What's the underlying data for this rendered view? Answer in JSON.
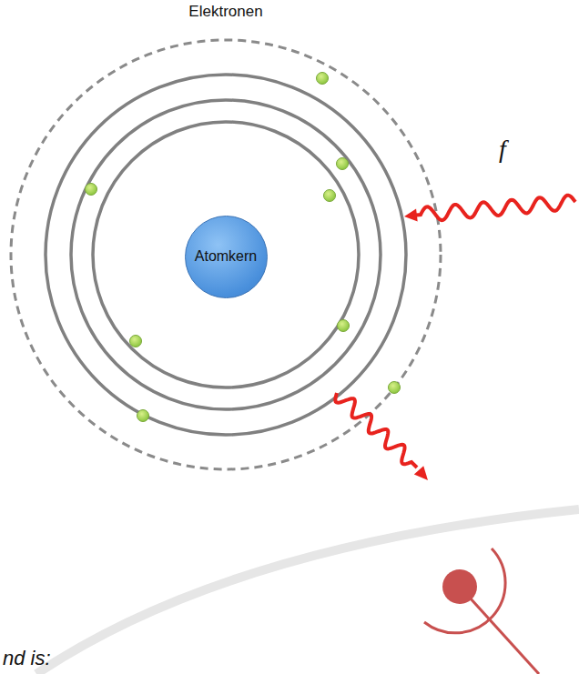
{
  "diagram": {
    "nodes": [
      {
        "text": [
          "Atomkern"
        ]
      }
    ],
    "labels": [
      "Elektronen",
      "f",
      "nd is:"
    ]
  }
}
